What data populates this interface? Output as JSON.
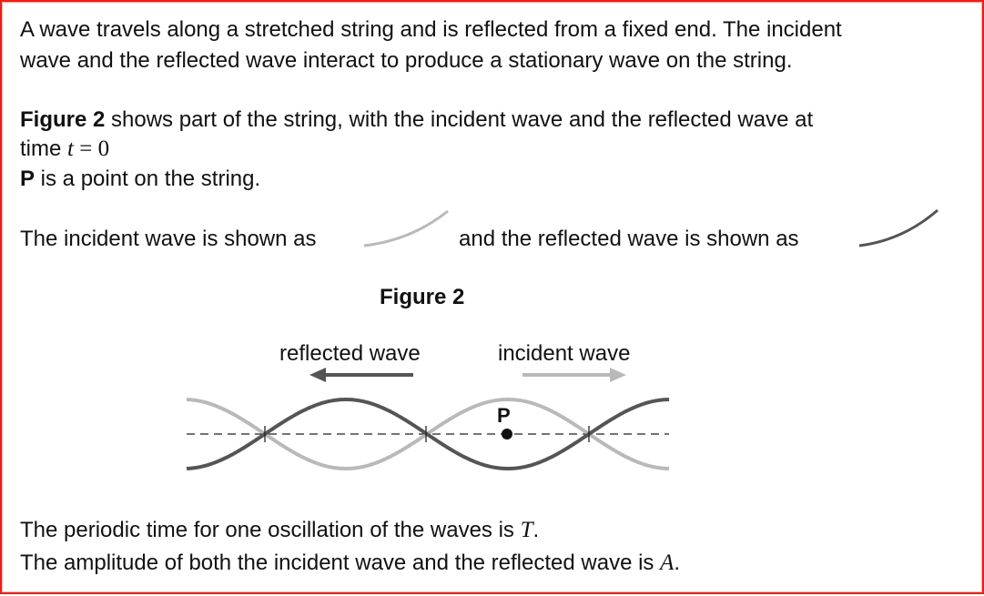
{
  "intro": {
    "line1": "A wave travels along a stretched string and is reflected from a fixed end.  The incident",
    "line2": "wave and the reflected wave interact to produce a stationary wave on the string."
  },
  "figure_ref": {
    "bold": "Figure 2",
    "rest": " shows part of the string, with the incident wave and the reflected wave at",
    "time_prefix": "time ",
    "t_var": "t",
    "equals": " = 0"
  },
  "point_sentence": {
    "bold": "P",
    "rest": " is a point on the string."
  },
  "key": {
    "incident_text": "The incident wave is shown as",
    "reflected_text": "and the reflected wave is shown as"
  },
  "figure": {
    "title": "Figure 2",
    "reflected_label": "reflected wave",
    "incident_label": "incident wave",
    "point_label": "P",
    "colors": {
      "incident": "#b9b9b9",
      "reflected": "#555555",
      "axis": "#222222"
    }
  },
  "footer": {
    "line1_prefix": "The periodic time for one oscillation of the waves is ",
    "line1_var": "T",
    "line1_suffix": ".",
    "line2_prefix": "The amplitude of both the incident wave and the reflected wave is ",
    "line2_var": "A",
    "line2_suffix": "."
  }
}
